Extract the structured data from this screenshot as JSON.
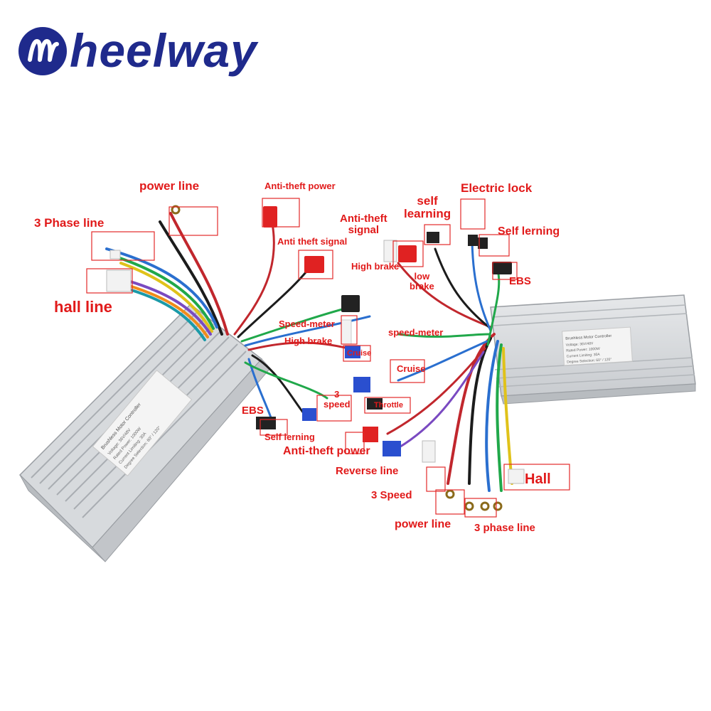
{
  "brand": {
    "name": "heelway",
    "color": "#1f2a8c"
  },
  "label_color": "#e11a1a",
  "controllers": [
    {
      "position": "left",
      "sticker_lines": [
        "Brushless Motor Controller",
        "Voltage: 36V/48V",
        "Rated Power: 1000W",
        "Current Limiting: 30A",
        "Degree Selection: 60° / 120°"
      ]
    },
    {
      "position": "right",
      "sticker_lines": [
        "Brushless Motor Controller",
        "Voltage: 36V/48V",
        "Rated Power: 1000W",
        "Current Limiting: 30A",
        "Degree Selection: 60° / 120°"
      ]
    }
  ],
  "labels": {
    "power_line_left": "power line",
    "three_phase_line_left": "3 Phase line",
    "hall_line": "hall line",
    "anti_theft_power_top": "Anti-theft power",
    "anti_theft_signal_left": "Anti theft signal",
    "anti_theft_signal_right": "Anti-theft\nsignal",
    "self_learning": "self\nlearning",
    "electric_lock": "Electric lock",
    "self_lerning_right": "Self lerning",
    "high_brake_right": "High brake",
    "low_brake": "low\nbrake",
    "ebs_right": "EBS",
    "speed_meter_left": "Speed-meter",
    "high_brake_left": "High brake",
    "cruise_small": "Cruise",
    "speed_meter_right": "speed-meter",
    "cruise_right": "Cruise",
    "throttle": "Throttle",
    "three_speed_left": "3\nspeed",
    "ebs_left": "EBS",
    "self_lerning_left": "Self lerning",
    "anti_theft_power_bottom": "Anti-theft power",
    "reverse_line": "Reverse line",
    "three_speed_right": "3 Speed",
    "power_line_right": "power line",
    "three_phase_line_right": "3 phase line",
    "hall_right": "Hall"
  }
}
